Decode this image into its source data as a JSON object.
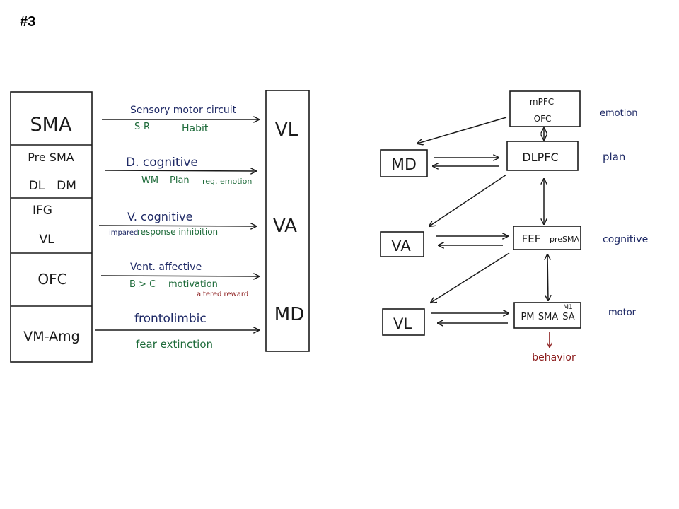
{
  "slide": {
    "number": "#3"
  },
  "colors": {
    "ink": "#1a1a1a",
    "navy": "#1f2a66",
    "green": "#1e6b3a",
    "red": "#8b1a1a"
  },
  "left": {
    "regions": {
      "sma": "SMA",
      "presma": "Pre SMA",
      "dl": "DL",
      "dm": "DM",
      "ifg": "IFG",
      "vl": "VL",
      "ofc": "OFC",
      "vmamg": "VM-Amg"
    },
    "circuits": {
      "sensory_motor": {
        "title": "Sensory motor circuit",
        "sub1": "S-R",
        "sub2": "Habit"
      },
      "d_cognitive": {
        "title": "D.  cognitive",
        "sub1": "WM",
        "sub2": "Plan",
        "sub3": "reg. emotion"
      },
      "v_cognitive": {
        "title": "V.  cognitive",
        "sub1": "impared",
        "sub2": "response  inhibition"
      },
      "vent_affective": {
        "title": "Vent.  affective",
        "sub1": "B > C",
        "sub2": "motivation",
        "sub3": "altered  reward"
      },
      "frontolimbic": {
        "title": "frontolimbic",
        "sub1": "fear  extinction"
      }
    },
    "thalamus": {
      "vl": "VL",
      "va": "VA",
      "md": "MD"
    }
  },
  "right": {
    "cortex": {
      "mpfc": "mPFC",
      "ofc": "OFC",
      "dlpfc": "DLPFC",
      "fef": "FEF",
      "presma": "preSMA",
      "pm": "PM",
      "sma": "SMA",
      "m1": "M1",
      "sa": "SA"
    },
    "thalamus": {
      "md": "MD",
      "va": "VA",
      "vl": "VL"
    },
    "levels": {
      "emotion": "emotion",
      "plan": "plan",
      "cognitive": "cognitive",
      "motor": "motor"
    },
    "output": "behavior"
  }
}
